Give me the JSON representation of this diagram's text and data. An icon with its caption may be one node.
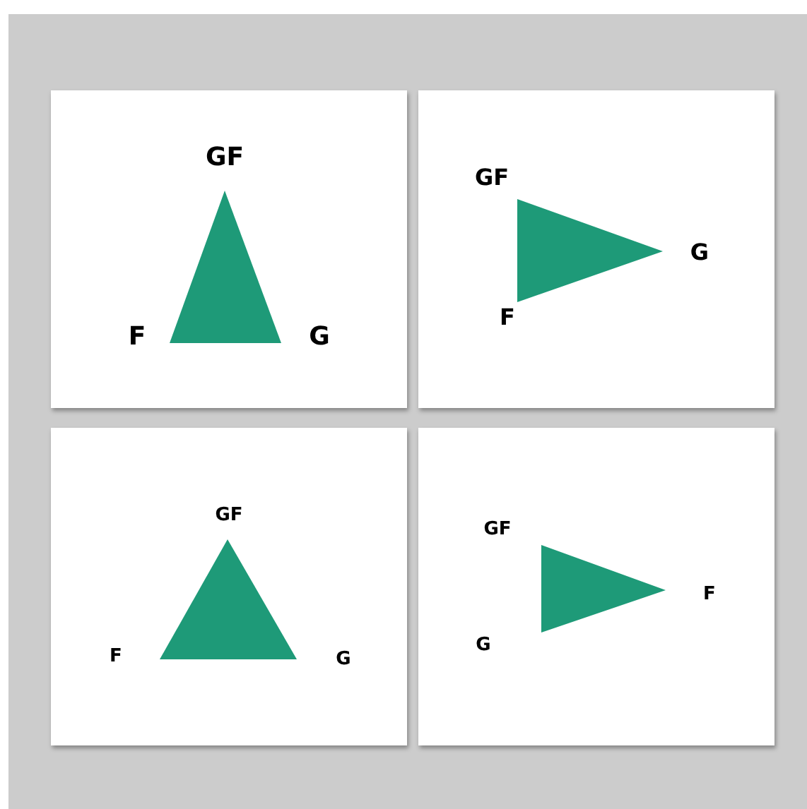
{
  "diagram": {
    "nodes": [
      {
        "text": [
          "GF",
          "F",
          "G"
        ]
      },
      {
        "text": [],
        "shape": "triangle",
        "in": 0
      },
      {
        "text": [
          "GF",
          "G",
          "F"
        ]
      },
      {
        "text": [],
        "shape": "triangle",
        "in": 2
      },
      {
        "text": [
          "GF",
          "F",
          "G"
        ]
      },
      {
        "text": [],
        "shape": "triangle",
        "in": 4
      },
      {
        "text": [
          "GF",
          "F",
          "G"
        ]
      },
      {
        "text": [],
        "shape": "triangle",
        "in": 6
      }
    ]
  }
}
